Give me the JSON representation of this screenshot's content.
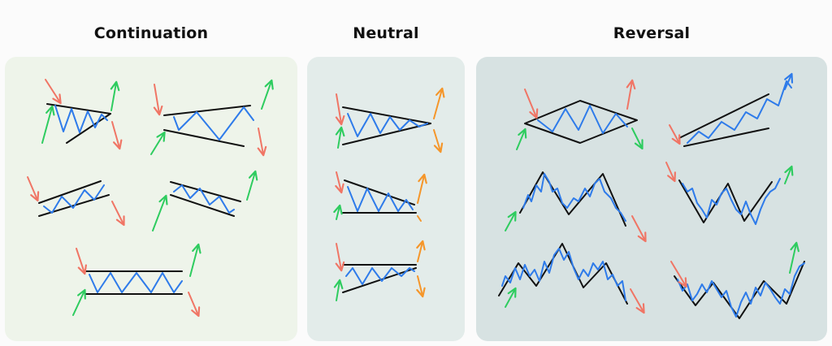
{
  "sections": {
    "continuation": {
      "title": "Continuation"
    },
    "neutral": {
      "title": "Neutral"
    },
    "reversal": {
      "title": "Reversal"
    }
  },
  "colors": {
    "background": "#fbfbfb",
    "continuation_panel": "#eef4ea",
    "neutral_panel": "#e3ecea",
    "reversal_panel": "#d7e2e2",
    "trendline": "#111111",
    "price": "#2e7bea",
    "arrow_up": "#2ecc5f",
    "arrow_down": "#f07565",
    "arrow_neutral": "#f5962a"
  },
  "patterns": {
    "continuation": [
      "symmetrical-triangle",
      "rising-wedge",
      "bullish-flag",
      "bearish-flag",
      "rectangle"
    ],
    "neutral": [
      "symmetrical-triangle",
      "descending-triangle",
      "ascending-triangle"
    ],
    "reversal": [
      "diamond",
      "rising-wedge",
      "double-top",
      "double-bottom",
      "head-and-shoulders",
      "inverse-head-and-shoulders"
    ]
  }
}
